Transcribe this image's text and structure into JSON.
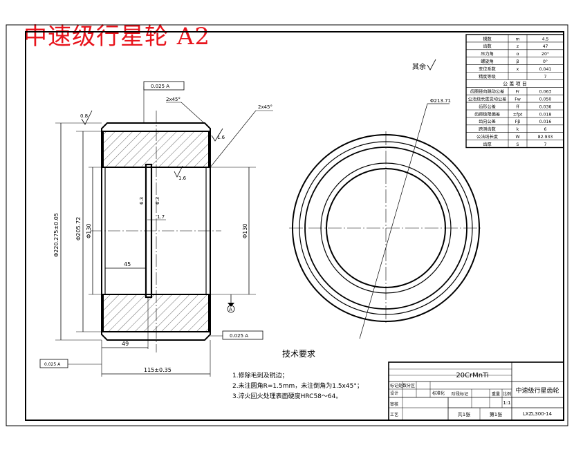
{
  "title": "中速级行星轮 A2",
  "params_table": [
    {
      "name": "模数",
      "symbol": "m",
      "value": "4.5"
    },
    {
      "name": "齿数",
      "symbol": "z",
      "value": "47"
    },
    {
      "name": "压力角",
      "symbol": "α",
      "value": "20°"
    },
    {
      "name": "螺旋角",
      "symbol": "β",
      "value": "0°"
    },
    {
      "name": "变位系数",
      "symbol": "x",
      "value": "0.041"
    },
    {
      "name": "精度等级",
      "symbol": "",
      "value": "7"
    }
  ],
  "check_header": "公 差 项 目",
  "check_table": [
    {
      "name": "齿圈径向跳动公差",
      "symbol": "Fr",
      "value": "0.063"
    },
    {
      "name": "公法线长度变动公差",
      "symbol": "Fw",
      "value": "0.050"
    },
    {
      "name": "齿形公差",
      "symbol": "ff",
      "value": "0.036"
    },
    {
      "name": "齿距极限偏差",
      "symbol": "±fpt",
      "value": "0.018"
    },
    {
      "name": "齿向公差",
      "symbol": "Fβ",
      "value": "0.016"
    },
    {
      "name": "跨测齿数",
      "symbol": "k",
      "value": "6"
    },
    {
      "name": "公法线长度",
      "symbol": "W",
      "value": "82.933"
    },
    {
      "name": "齿厚",
      "symbol": "S",
      "value": "7"
    }
  ],
  "roughness_other": "其余",
  "dims": {
    "chamfer_left": "2x45°",
    "chamfer_right": "2x45°",
    "tol_top": "0.025 A",
    "tol_bottom": "0.025 A",
    "tol_left": "0.025 A",
    "rough_left": "0.8",
    "rough_right": "1.6",
    "rough_center": "1.6",
    "groove_a": "6.3",
    "groove_b": "6.3",
    "groove_w": "1.7",
    "od": "Φ220.275±0.05",
    "id_bore": "Φ130",
    "id2": "Φ205.72",
    "id_right": "Φ130",
    "depth_45": "45",
    "len_49": "49",
    "len_total": "115±0.35",
    "circle_dia": "Φ213.71",
    "datum_label": "A"
  },
  "tech_title": "技术要求",
  "tech_notes": [
    "1.修除毛刺及锐边；",
    "2.未注圆角R=1.5mm，未注倒角为1.5x45°；",
    "3.淬火回火处理表面硬度HRC58～64。"
  ],
  "title_block": {
    "material": "20CrMnTi",
    "part_name": "中速级行星齿轮",
    "drawing_no": "LXZL300-14",
    "scale": "1:1",
    "sheets": "共1张",
    "sheet_no": "第1张",
    "row_labels": [
      "标记处数分区",
      "设计",
      "审核",
      "工艺"
    ],
    "col_labels": [
      "阶段标记",
      "重量",
      "比例"
    ],
    "mark_std": "标准化"
  }
}
